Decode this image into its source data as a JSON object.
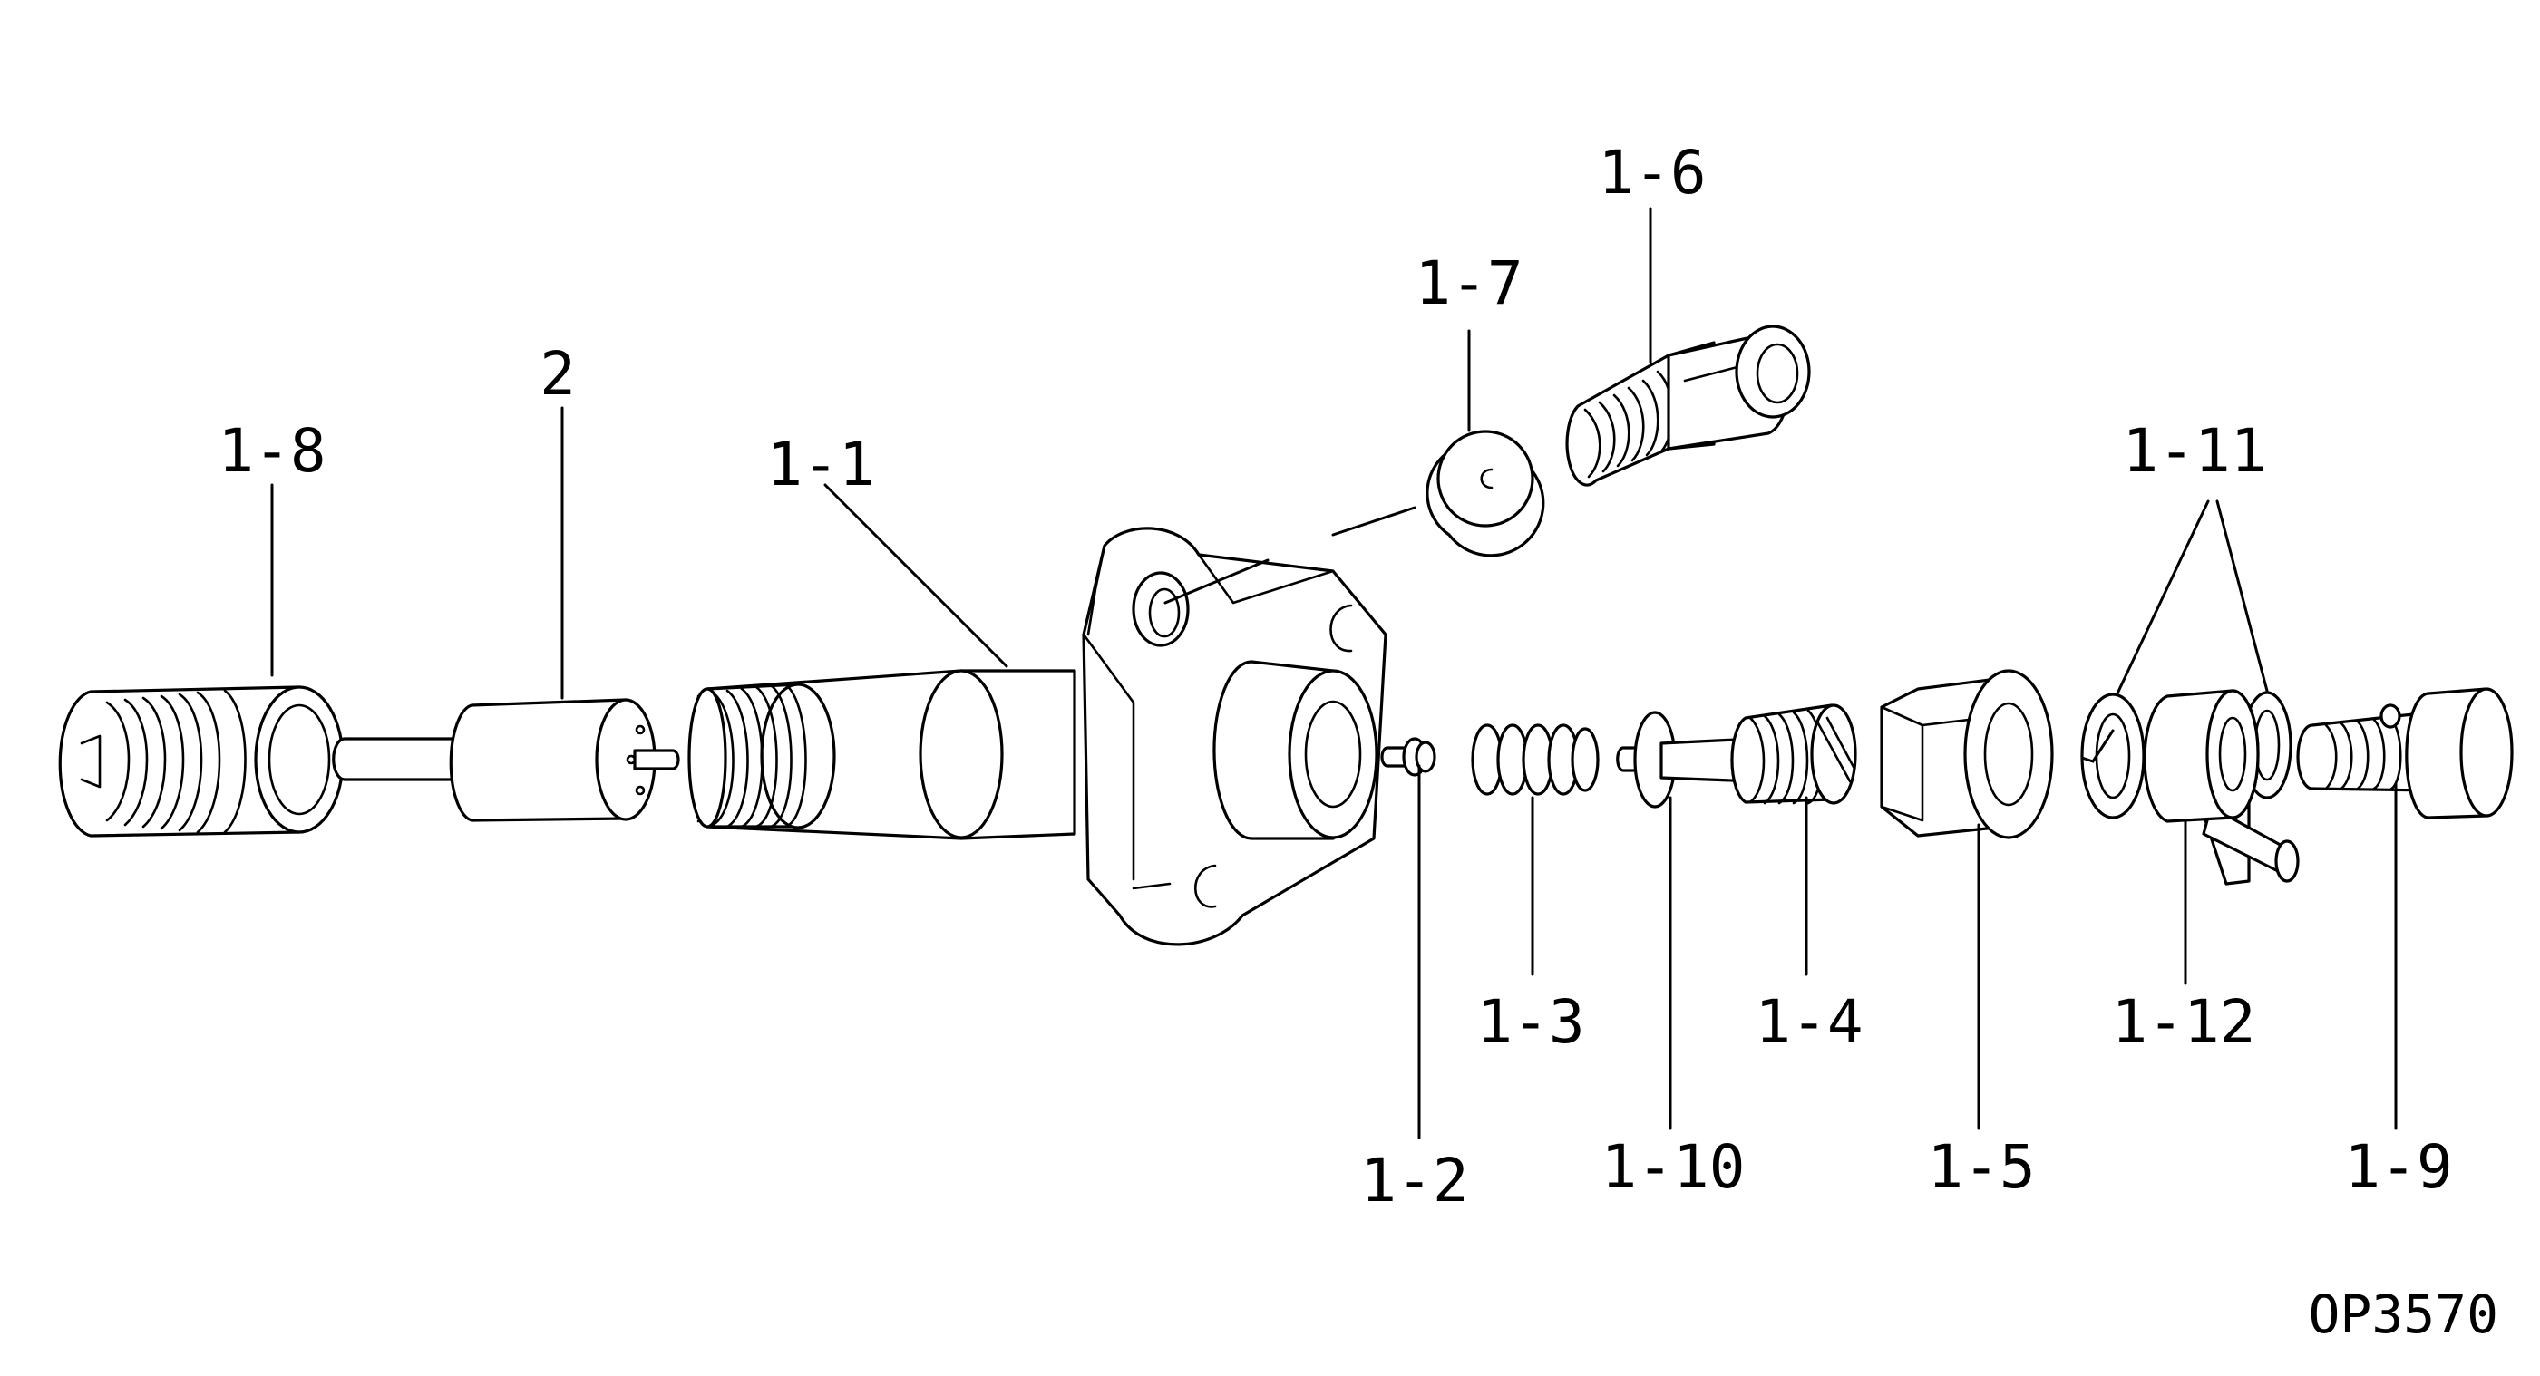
{
  "diagram": {
    "labels": {
      "l_1_1": "1-1",
      "l_1_2": "1-2",
      "l_1_3": "1-3",
      "l_1_4": "1-4",
      "l_1_5": "1-5",
      "l_1_6": "1-6",
      "l_1_7": "1-7",
      "l_1_8": "1-8",
      "l_1_9": "1-9",
      "l_1_10": "1-10",
      "l_1_11": "1-11",
      "l_1_12": "1-12",
      "l_2": "2"
    },
    "drawing_code": "OP3570"
  }
}
